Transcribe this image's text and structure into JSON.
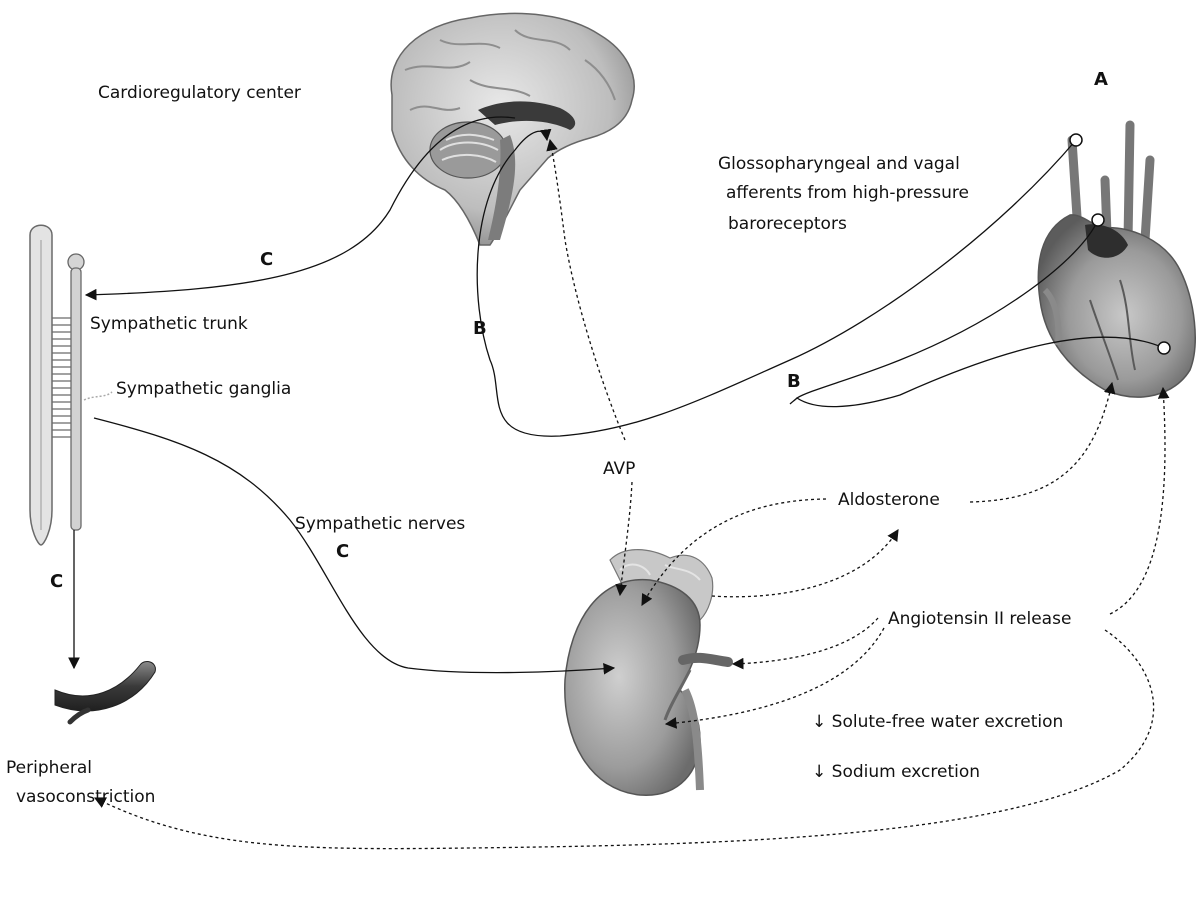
{
  "labels": {
    "cardioregulatory_center": "Cardioregulatory center",
    "afferents_line1": "Glossopharyngeal and vagal",
    "afferents_line2": "afferents from high-pressure",
    "afferents_line3": "baroreceptors",
    "sympathetic_trunk": "Sympathetic trunk",
    "sympathetic_ganglia": "Sympathetic ganglia",
    "sympathetic_nerves": "Sympathetic nerves",
    "avp": "AVP",
    "aldosterone": "Aldosterone",
    "angiotensin": "Angiotensin II release",
    "water_excretion": "Solute-free water excretion",
    "sodium_excretion": "Sodium excretion",
    "down_arrow": "↓",
    "peripheral_line1": "Peripheral",
    "peripheral_line2": "vasoconstriction"
  },
  "markers": {
    "a": "A",
    "b_brain": "B",
    "b_nerve": "B",
    "c_trunk": "C",
    "c_nerves": "C",
    "c_vessel": "C"
  },
  "colors": {
    "line": "#111111",
    "organ_dark": "#3a3a3a",
    "organ_mid": "#8a8a8a",
    "organ_light": "#c9c9c9"
  }
}
